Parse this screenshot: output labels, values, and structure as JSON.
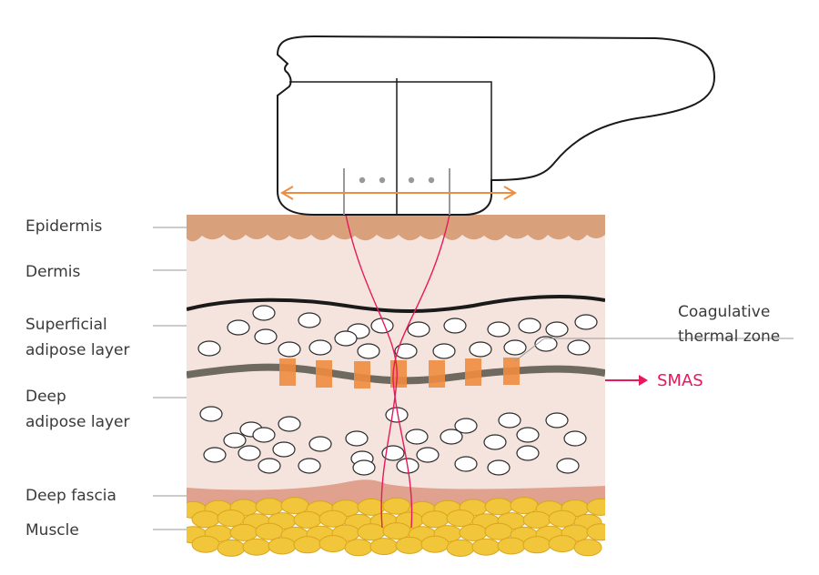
{
  "labels": {
    "epidermis": "Epidermis",
    "dermis": "Dermis",
    "superficial_1": "Superficial",
    "superficial_2": "adipose layer",
    "deep_1": "Deep",
    "deep_2": "adipose layer",
    "deep_fascia": "Deep fascia",
    "muscle": "Muscle",
    "coag_1": "Coagulative",
    "coag_2": "thermal zone",
    "smas": "SMAS"
  },
  "colors": {
    "epidermis": "#d9a07c",
    "tissue": "#f5e4dd",
    "fascia": "#e0a28f",
    "smas_band": "#6e6a60",
    "thermal_zone": "#ee8c3f",
    "muscle": "#f2c63a",
    "beam": "#e8185a",
    "arrow_orange": "#ee8c3f",
    "smas_text": "#e8185a"
  },
  "counts": {
    "thermal_zones": 7,
    "transducer_dots": 4
  }
}
